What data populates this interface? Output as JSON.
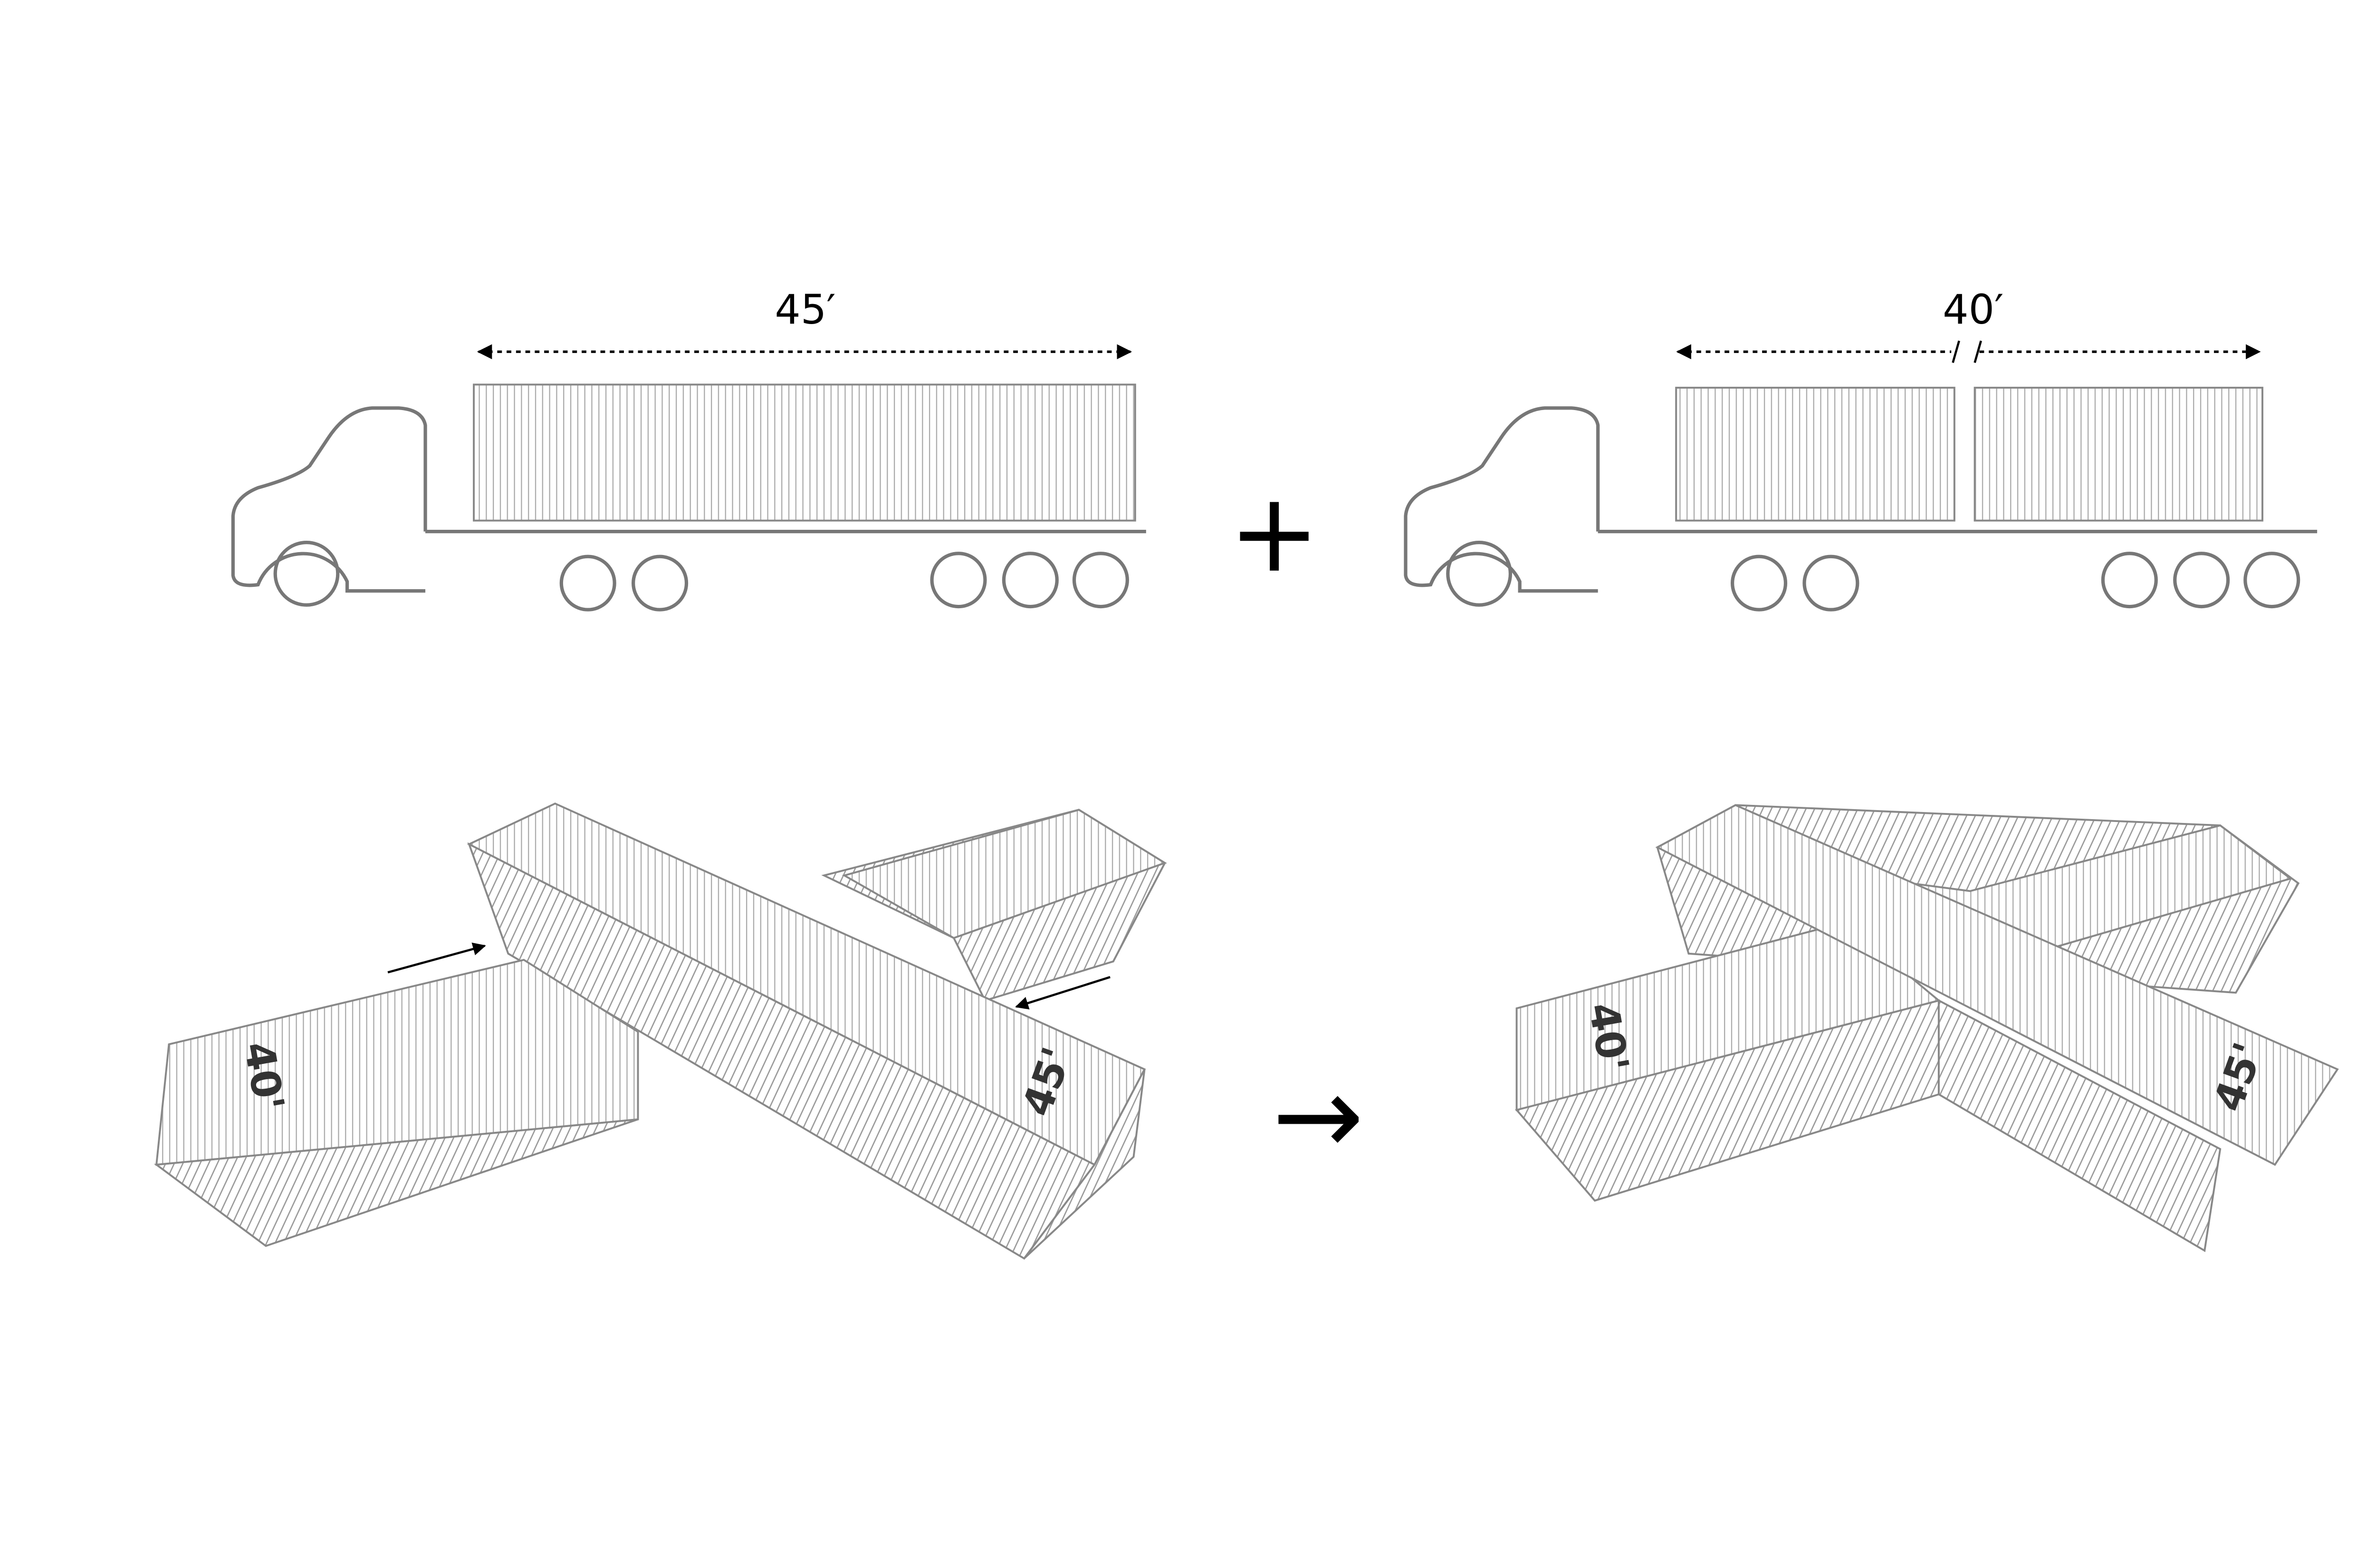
{
  "top_left": {
    "dimension_label": "45′"
  },
  "top_right": {
    "dimension_label": "40′"
  },
  "operators": {
    "plus": "+",
    "arrow": "→"
  },
  "container_labels": {
    "forty": "40'",
    "forty_five": "45'"
  },
  "colors": {
    "line": "#777777",
    "text": "#000000"
  }
}
